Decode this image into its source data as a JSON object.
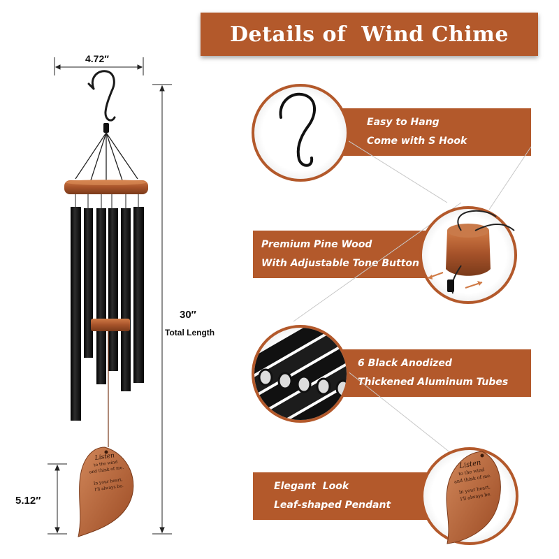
{
  "title": "Details of  Wind Chime",
  "dimensions": {
    "width": "4.72″",
    "length": "30″",
    "length_caption": "Total Length",
    "pendant": "5.12″"
  },
  "features": [
    {
      "line1": "Easy to Hang",
      "line2": "Come with S Hook",
      "icon": "s-hook-icon"
    },
    {
      "line1": "Premium Pine Wood",
      "line2": "With Adjustable Tone Button",
      "icon": "wood-top-icon"
    },
    {
      "line1": "6 Black Anodized",
      "line2": "Thickened Aluminum Tubes",
      "icon": "aluminum-tubes-icon"
    },
    {
      "line1": "Elegant  Look",
      "line2": "Leaf-shaped Pendant",
      "icon": "leaf-pendant-icon"
    }
  ],
  "pendant_text": {
    "line1": "Listen",
    "line2": "to the wind",
    "line3": "and think of me.",
    "line4": "In your heart,",
    "line5": "I'll always be."
  },
  "colors": {
    "accent": "#b3592b",
    "wood": "#a0522d",
    "tubes": "#1a1a1a"
  }
}
